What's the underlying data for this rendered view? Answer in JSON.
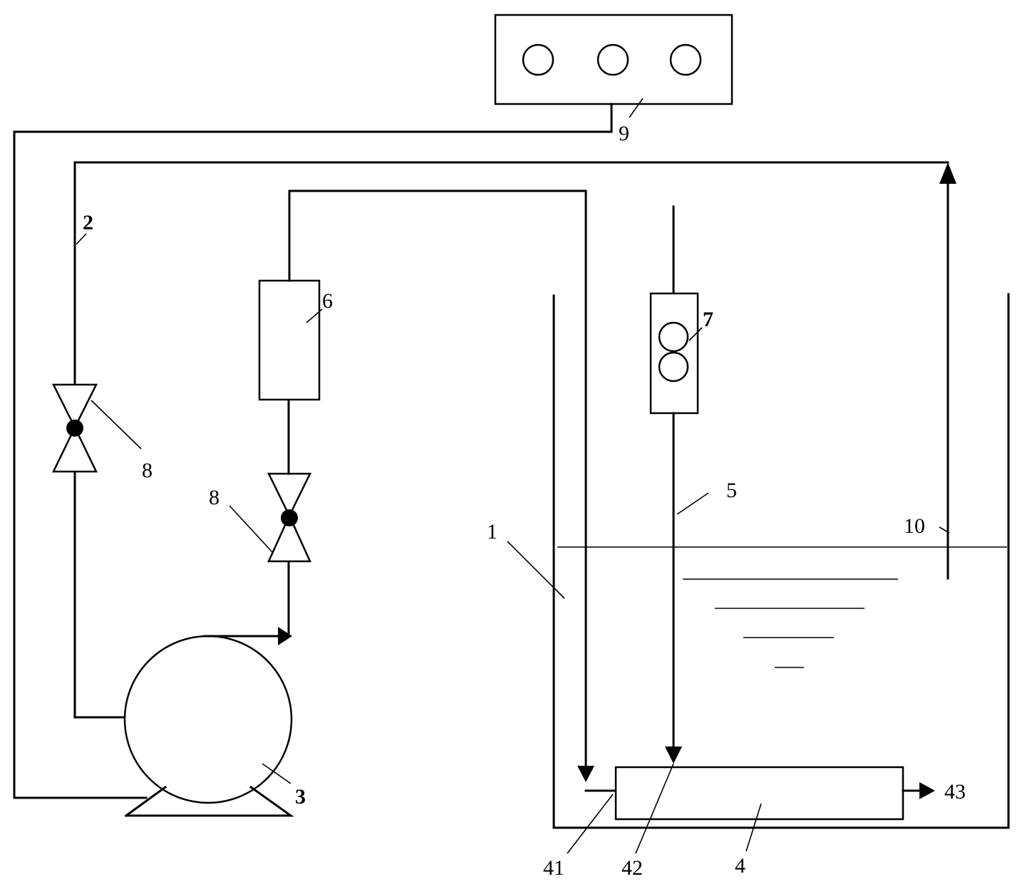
{
  "labels": {
    "l1": "1",
    "l2": "2",
    "l3": "3",
    "l4": "4",
    "l5": "5",
    "l6": "6",
    "l7": "7",
    "l8a": "8",
    "l8b": "8",
    "l9": "9",
    "l10": "10",
    "l41": "41",
    "l42": "42",
    "l43": "43"
  }
}
